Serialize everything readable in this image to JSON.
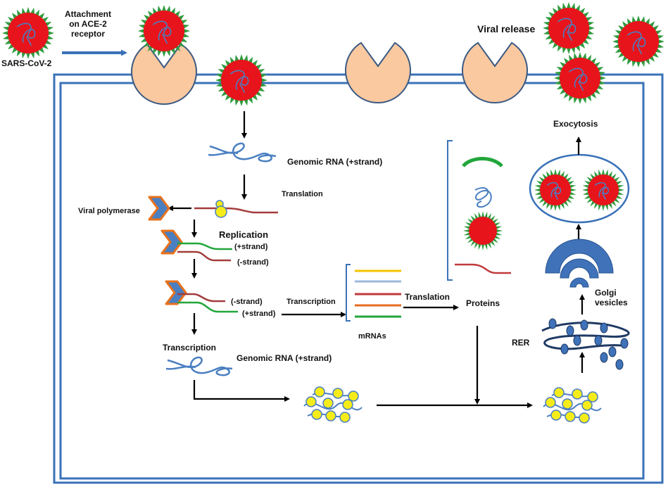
{
  "labels": {
    "sars_cov_2": "SARS-CoV-2",
    "attachment": "Attachment\non ACE-2\nreceptor",
    "viral_release": "Viral release",
    "exocytosis": "Exocytosis",
    "genomic_rna_top": "Genomic RNA (+strand)",
    "translation_top": "Translation",
    "viral_polymerase": "Viral polymerase",
    "replication": "Replication",
    "plus_strand_1": "(+strand)",
    "minus_strand_1": "(-strand)",
    "minus_strand_2": "(-strand)",
    "plus_strand_2": "(+strand)",
    "transcription_mid": "Transcription",
    "mrnas": "mRNAs",
    "translation_mid": "Translation",
    "proteins": "Proteins",
    "golgi_vesicles": "Golgi\nvesicles",
    "rer": "RER",
    "transcription_low": "Transcription",
    "genomic_rna_low": "Genomic RNA (+strand)"
  },
  "colors": {
    "virus_body": "#e8141b",
    "virus_spikes": "#2e9b3c",
    "rna": "#4a7fc1",
    "receptor": "#fac9a0",
    "receptor_outline": "#3c5a82",
    "cell_border": "#3a72b8",
    "polymerase": "#4a7fc1",
    "polymerase_outline": "#e8711c",
    "strand_plus": "#22a63b",
    "strand_minus": "#a33c3c",
    "mrna_yellow": "#f5c400",
    "mrna_lightblue": "#9cb9dd",
    "mrna_red": "#c0393b",
    "mrna_orange": "#e86d1f",
    "mrna_green": "#22a63b",
    "nucleocapsid": "#f5ec1a",
    "golgi": "#3f72b9",
    "rer": "#1f3a64",
    "ribosome": "#3f72b9"
  }
}
